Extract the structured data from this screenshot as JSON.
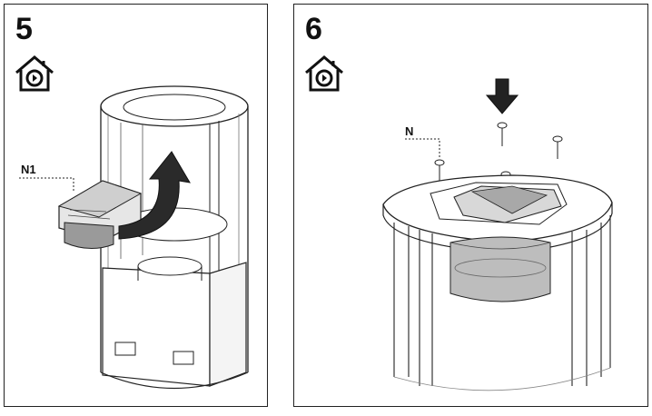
{
  "panels": [
    {
      "step": "5",
      "callout": "N1",
      "icon": "house-recirculation-icon"
    },
    {
      "step": "6",
      "callout": "N",
      "icon": "house-recirculation-icon"
    }
  ],
  "colors": {
    "line": "#1a1a1a",
    "shade": "#b8b8b8",
    "dark": "#6f6f6f"
  }
}
